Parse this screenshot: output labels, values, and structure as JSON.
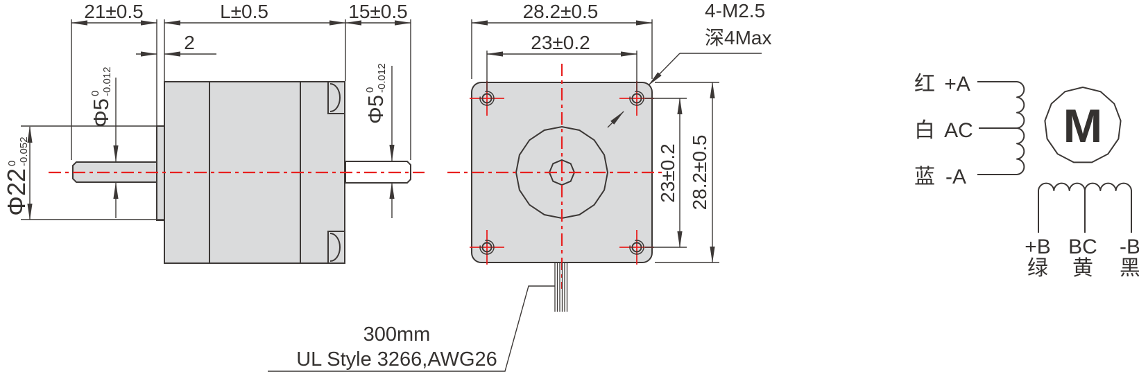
{
  "drawing": {
    "side_view": {
      "dim_rear_shaft_length": "21±0.5",
      "dim_body_length": "L±0.5",
      "dim_front_shaft_length": "15±0.5",
      "dim_collar_width": "2",
      "shaft_diameter": {
        "main": "Φ5",
        "sup": "0",
        "sub": "-0.012"
      },
      "collar_diameter": {
        "main": "Φ22",
        "sup": "0",
        "sub": "-0.052"
      }
    },
    "front_view": {
      "dim_width": "28.2±0.5",
      "dim_hole_spacing_horizontal": "23±0.2",
      "dim_height": "28.2±0.5",
      "dim_hole_spacing_vertical": "23±0.2",
      "thread_callout": "4-M2.5",
      "thread_depth": "深4Max"
    },
    "cable_note": {
      "line1": "300mm",
      "line2": "UL Style 3266,AWG26"
    },
    "wiring": {
      "phase_a": [
        {
          "color": "红",
          "terminal": "+A"
        },
        {
          "color": "白",
          "terminal": "AC"
        },
        {
          "color": "蓝",
          "terminal": "-A"
        }
      ],
      "motor_symbol": "M",
      "phase_b": [
        {
          "terminal": "+B",
          "color": "绿"
        },
        {
          "terminal": "BC",
          "color": "黄"
        },
        {
          "terminal": "-B",
          "color": "黑"
        }
      ]
    },
    "colors": {
      "highlight_blue": "#2aa9e0",
      "centerline_red": "#e8201f",
      "body_gray": "#dadbdc",
      "line_dark": "#3c3836"
    }
  }
}
